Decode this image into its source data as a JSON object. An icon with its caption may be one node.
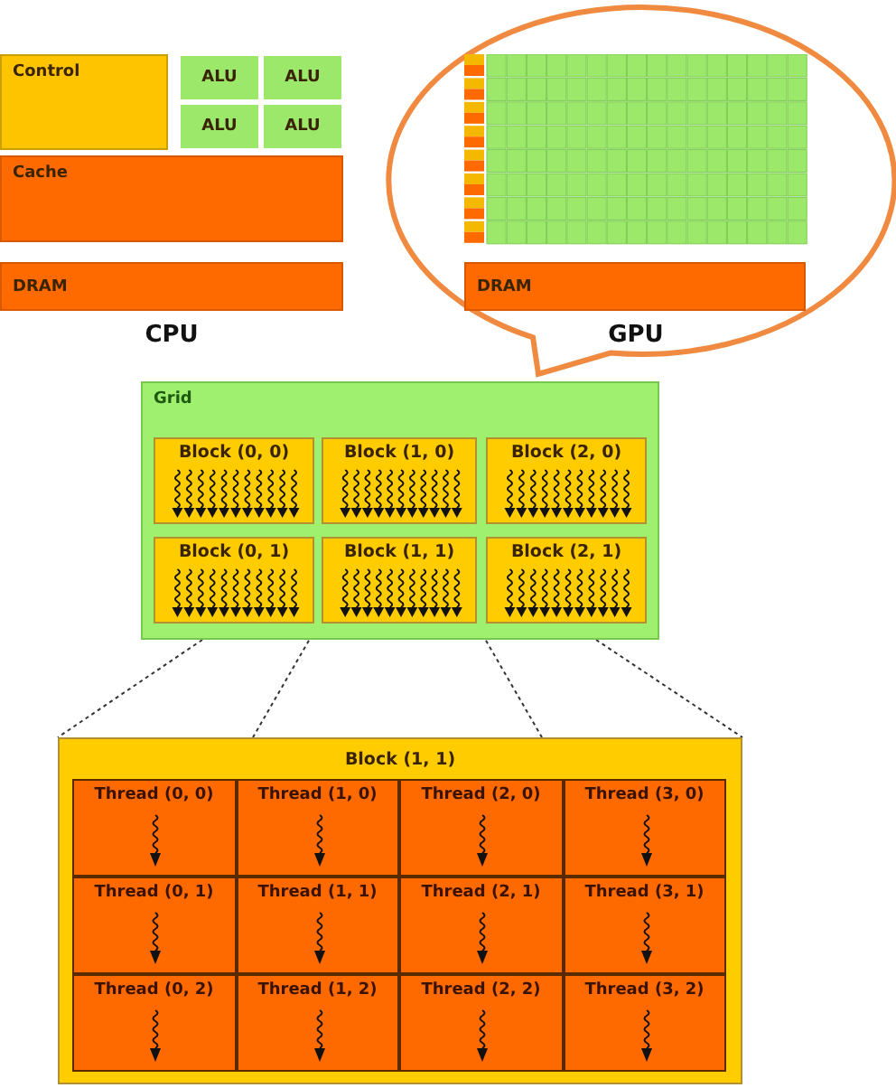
{
  "diagram": {
    "nodes": [
      {
        "text": [
          "Control"
        ]
      },
      {
        "text": [
          "ALU"
        ]
      },
      {
        "text": [
          "ALU"
        ]
      },
      {
        "text": [
          "ALU"
        ]
      },
      {
        "text": [
          "ALU"
        ]
      },
      {
        "text": [
          "Cache"
        ]
      },
      {
        "text": [
          "DRAM"
        ]
      },
      {
        "text": [],
        "shape": "bubble"
      },
      {
        "text": [
          "DRAM"
        ],
        "in": 7
      },
      {
        "text": [
          "Grid"
        ]
      },
      {
        "text": [
          "Block (0, 0)"
        ],
        "in": 9
      },
      {
        "text": [
          "Block (1, 0)"
        ],
        "in": 9
      },
      {
        "text": [
          "Block (2, 0)"
        ],
        "in": 9
      },
      {
        "text": [
          "Block (0, 1)"
        ],
        "in": 9
      },
      {
        "text": [
          "Block (1, 1)"
        ],
        "in": 9
      },
      {
        "text": [
          "Block (2, 1)"
        ],
        "in": 9
      },
      {
        "text": [
          "Block (1, 1)"
        ]
      },
      {
        "text": [
          "Thread (0, 0)"
        ],
        "in": 16
      },
      {
        "text": [
          "Thread (1, 0)"
        ],
        "in": 16
      },
      {
        "text": [
          "Thread (2, 0)"
        ],
        "in": 16
      },
      {
        "text": [
          "Thread (3, 0)"
        ],
        "in": 16
      },
      {
        "text": [
          "Thread (0, 1)"
        ],
        "in": 16
      },
      {
        "text": [
          "Thread (1, 1)"
        ],
        "in": 16
      },
      {
        "text": [
          "Thread (2, 1)"
        ],
        "in": 16
      },
      {
        "text": [
          "Thread (3, 1)"
        ],
        "in": 16
      },
      {
        "text": [
          "Thread (0, 2)"
        ],
        "in": 16
      },
      {
        "text": [
          "Thread (1, 2)"
        ],
        "in": 16
      },
      {
        "text": [
          "Thread (2, 2)"
        ],
        "in": 16
      },
      {
        "text": [
          "Thread (3, 2)"
        ],
        "in": 16
      }
    ],
    "edges": [
      {
        "from": 9,
        "to": 16,
        "arrow": "none",
        "style": "dashed"
      },
      {
        "from": 14,
        "to": 16,
        "arrow": "none",
        "style": "dashed"
      },
      {
        "from": 14,
        "to": 16,
        "arrow": "none",
        "style": "dashed"
      },
      {
        "from": 9,
        "to": 16,
        "arrow": "none",
        "style": "dashed"
      }
    ],
    "labels": [
      "CPU",
      "GPU"
    ]
  }
}
